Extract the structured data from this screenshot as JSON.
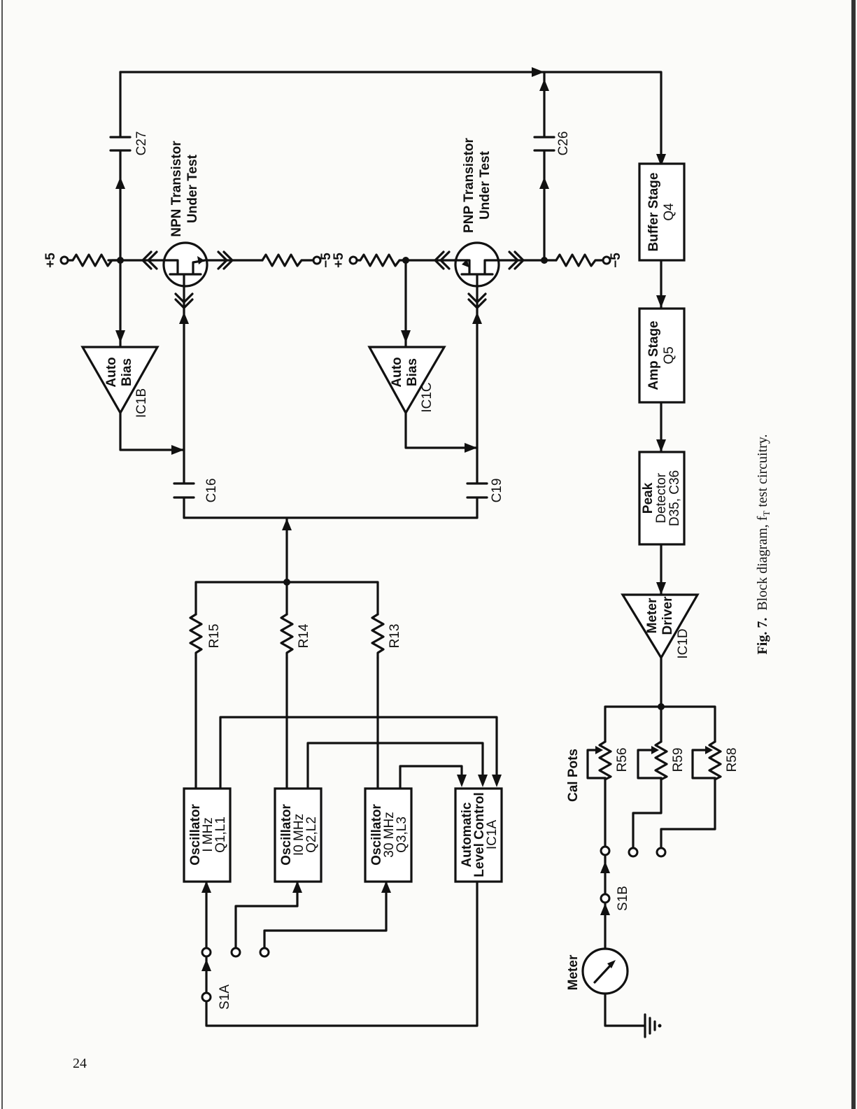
{
  "page_number": "24",
  "caption": "Fig. 7. Block diagram, fT test circuitry.",
  "caption_parts": {
    "prefix": "Fig. 7.",
    "body": "Block diagram, f",
    "sub": "T",
    "tail": " test circuitry."
  },
  "blocks": {
    "osc1": [
      "Oscillator",
      "I MHz",
      "Q1,L1"
    ],
    "osc2": [
      "Oscillator",
      "I0 MHz",
      "Q2,L2"
    ],
    "osc3": [
      "Oscillator",
      "30 MHz",
      "Q3,L3"
    ],
    "alc": [
      "Automatic",
      "Level Control",
      "IC1A"
    ],
    "buffer": [
      "Buffer  Stage",
      "Q4"
    ],
    "amp": [
      "Amp  Stage",
      "Q5"
    ],
    "peak": [
      "Peak",
      "Detector",
      "D35, C36"
    ]
  },
  "amplifiers": {
    "ic1b": {
      "text": [
        "Auto",
        "Bias"
      ],
      "ref": "IC1B"
    },
    "ic1c": {
      "text": [
        "Auto",
        "Bias"
      ],
      "ref": "IC1C"
    },
    "ic1d": {
      "text": [
        "Meter",
        "Driver"
      ],
      "ref": "IC1D"
    }
  },
  "transistors": {
    "npn": [
      "NPN Transistor",
      "Under Test"
    ],
    "pnp": [
      "PNP Transistor",
      "Under Test"
    ]
  },
  "components": {
    "r13": "R13",
    "r14": "R14",
    "r15": "R15",
    "c16": "C16",
    "c19": "C19",
    "c26": "C26",
    "c27": "C27",
    "r56": "R56",
    "r58": "R58",
    "r59": "R59"
  },
  "switches": {
    "s1a": "S1A",
    "s1b": "S1B"
  },
  "supply": {
    "plus_npn": "+5",
    "minus_npn": "−5",
    "plus_pnp": "+5",
    "minus_pnp": "−5"
  },
  "labels": {
    "meter": "Meter",
    "cal_pots": "Cal  Pots"
  }
}
